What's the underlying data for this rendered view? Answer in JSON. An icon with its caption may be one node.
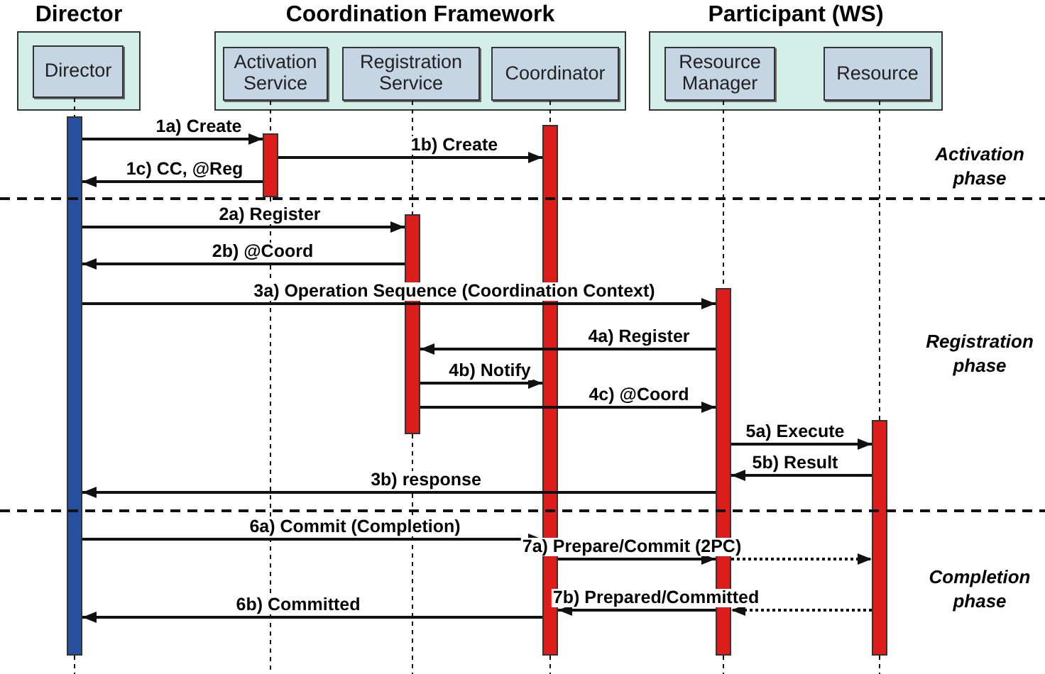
{
  "diagram": {
    "nodes": [
      {
        "text": [
          "Director"
        ]
      },
      {
        "text": [
          "Director"
        ],
        "in": 0
      },
      {
        "text": [
          "Coordination Framework"
        ]
      },
      {
        "text": [
          "Activation Service"
        ],
        "in": 2
      },
      {
        "text": [
          "Registration Service"
        ],
        "in": 2
      },
      {
        "text": [
          "Coordinator"
        ],
        "in": 2
      },
      {
        "text": [
          "Participant (WS)"
        ]
      },
      {
        "text": [
          "Resource Manager"
        ],
        "in": 6
      },
      {
        "text": [
          "Resource"
        ],
        "in": 6
      },
      {
        "text": [],
        "shape": "bar"
      },
      {
        "text": [],
        "shape": "bar"
      },
      {
        "text": [],
        "shape": "bar"
      },
      {
        "text": [],
        "shape": "bar"
      },
      {
        "text": [],
        "shape": "bar"
      },
      {
        "text": [],
        "shape": "bar"
      }
    ],
    "edges": [
      {
        "from": 9,
        "to": 10,
        "arrow": "to",
        "label": "1a) Create"
      },
      {
        "from": 10,
        "to": 12,
        "arrow": "to",
        "label": "1b) Create"
      },
      {
        "from": 10,
        "to": 9,
        "arrow": "to",
        "label": "1c) CC, @Reg"
      },
      {
        "from": 9,
        "to": 11,
        "arrow": "to",
        "label": "2a) Register"
      },
      {
        "from": 11,
        "to": 9,
        "arrow": "to",
        "label": "2b) @Coord"
      },
      {
        "from": 9,
        "to": 13,
        "arrow": "to",
        "label": "3a) Operation Sequence (Coordination Context)"
      },
      {
        "from": 13,
        "to": 11,
        "arrow": "to",
        "label": "4a) Register"
      },
      {
        "from": 11,
        "to": 12,
        "arrow": "to",
        "label": "4b) Notify"
      },
      {
        "from": 11,
        "to": 13,
        "arrow": "to",
        "label": "4c) @Coord"
      },
      {
        "from": 13,
        "to": 14,
        "arrow": "to",
        "label": "5a) Execute"
      },
      {
        "from": 14,
        "to": 13,
        "arrow": "to",
        "label": "5b) Result"
      },
      {
        "from": 13,
        "to": 9,
        "arrow": "to",
        "label": "3b) response"
      },
      {
        "from": 9,
        "to": 12,
        "arrow": "to",
        "label": "6a) Commit (Completion)"
      },
      {
        "from": 12,
        "to": 13,
        "arrow": "to",
        "label": "7a) Prepare/Commit (2PC)"
      },
      {
        "from": 13,
        "to": 14,
        "arrow": "to",
        "style": "dashed"
      },
      {
        "from": 14,
        "to": 13,
        "arrow": "to",
        "style": "dashed"
      },
      {
        "from": 13,
        "to": 12,
        "arrow": "to",
        "label": "7b) Prepared/Committed"
      },
      {
        "from": 12,
        "to": 9,
        "arrow": "to",
        "label": "6b) Committed"
      },
      {
        "from": 1,
        "to": 9,
        "arrow": "none",
        "style": "dashed"
      },
      {
        "from": 3,
        "to": 10,
        "arrow": "none",
        "style": "dashed"
      },
      {
        "from": 4,
        "to": 11,
        "arrow": "none",
        "style": "dashed"
      },
      {
        "from": 5,
        "to": 12,
        "arrow": "none",
        "style": "dashed"
      },
      {
        "from": 7,
        "to": 13,
        "arrow": "none",
        "style": "dashed"
      },
      {
        "from": 8,
        "to": 14,
        "arrow": "none",
        "style": "dashed"
      }
    ],
    "labels": [
      "Activation phase",
      "Registration phase",
      "Completion phase"
    ]
  }
}
